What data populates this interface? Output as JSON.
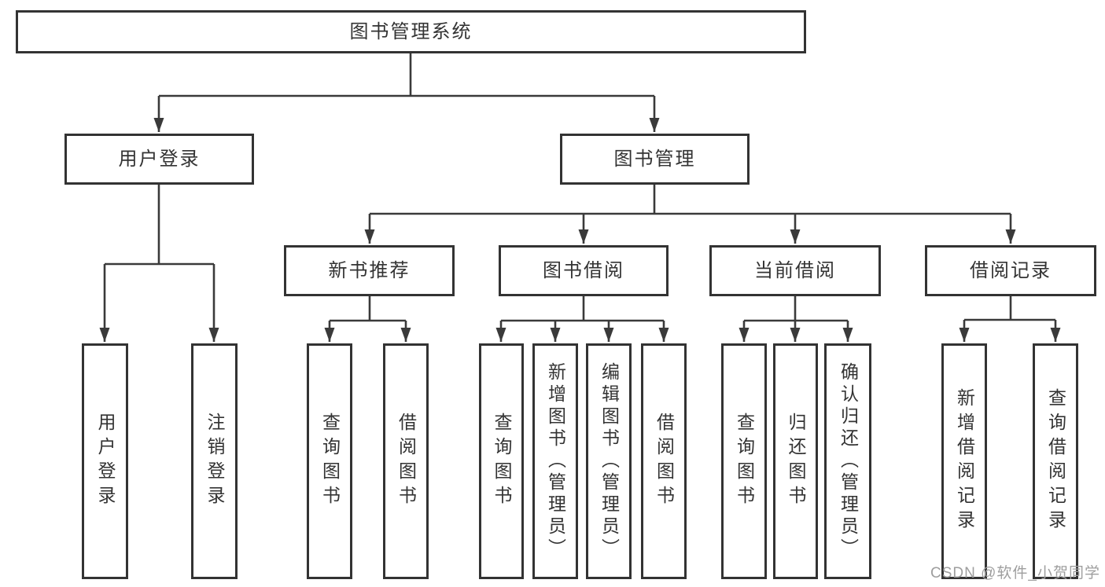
{
  "tree": {
    "root": {
      "label": "图书管理系统"
    },
    "branches": [
      {
        "label": "用户登录",
        "children": [
          {
            "label": "用户登录"
          },
          {
            "label": "注销登录"
          }
        ]
      },
      {
        "label": "图书管理",
        "groups": [
          {
            "label": "新书推荐",
            "children": [
              {
                "label": "查询图书"
              },
              {
                "label": "借阅图书"
              }
            ]
          },
          {
            "label": "图书借阅",
            "children": [
              {
                "label": "查询图书"
              },
              {
                "label": "新增图书（管理员）"
              },
              {
                "label": "编辑图书（管理员）"
              },
              {
                "label": "借阅图书"
              }
            ]
          },
          {
            "label": "当前借阅",
            "children": [
              {
                "label": "查询图书"
              },
              {
                "label": "归还图书"
              },
              {
                "label": "确认归还（管理员）"
              }
            ]
          },
          {
            "label": "借阅记录",
            "children": [
              {
                "label": "新增借阅记录"
              },
              {
                "label": "查询借阅记录"
              }
            ]
          }
        ]
      }
    ]
  },
  "watermark": {
    "text": "CSDN @软件_小贺同学"
  },
  "colors": {
    "line": "#3a3a3a",
    "border": "#333333",
    "text": "#333333",
    "watermark": "#9e9e9e",
    "background": "#ffffff"
  }
}
